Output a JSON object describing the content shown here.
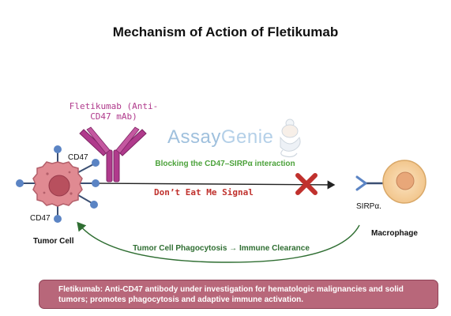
{
  "title": "Mechanism of Action of Fletikumab",
  "drug": {
    "label": "Fletikumab (Anti-CD47 mAb)"
  },
  "tumor_cell": {
    "label": "Tumor Cell",
    "receptor_label_top": "CD47",
    "receptor_label_bottom": "CD47"
  },
  "interaction": {
    "blocking_label": "Blocking the CD47–SIRPα interaction",
    "signal_label": "Don’t Eat Me Signal",
    "blocked_icon": "red-x-icon"
  },
  "macrophage": {
    "label": "Macrophage",
    "receptor_label": "SIRPα."
  },
  "outcome": {
    "label": "Tumor Cell Phagocytosis → Immune Clearance"
  },
  "logo": {
    "part1": "Assay",
    "part2": "Genie",
    "icon": "genie-icon"
  },
  "summary": "Fletikumab: Anti-CD47 antibody under investigation for hematologic malignancies and solid tumors; promotes phagocytosis and adaptive immune activation.",
  "colors": {
    "antibody": "#b03a8c",
    "receptor_blue": "#5b84c4",
    "tumor_cell": "#e08a92",
    "nucleus": "#b8505e",
    "macrophage": "#f6d3a2",
    "block_x": "#c0312d",
    "blocking_text": "#4ca23b",
    "outcome_text": "#2f6e32",
    "summary_bg": "#b8677a"
  }
}
